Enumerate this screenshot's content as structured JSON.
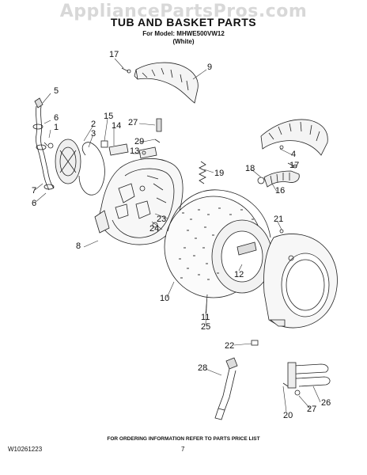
{
  "watermark": "AppliancePartsPros.com",
  "title": "TUB AND BASKET PARTS",
  "model_line": "For Model: MHWE500VW12",
  "color_line": "(White)",
  "footer_note": "FOR ORDERING INFORMATION REFER TO PARTS PRICE LIST",
  "doc_id": "W10261223",
  "page_number": "7",
  "callouts": [
    "17",
    "9",
    "5",
    "6",
    "1",
    "2",
    "3",
    "15",
    "14",
    "27",
    "29",
    "13",
    "4",
    "17",
    "18",
    "16",
    "19",
    "7",
    "6",
    "21",
    "23",
    "24",
    "8",
    "12",
    "10",
    "11",
    "25",
    "22",
    "28",
    "26",
    "27",
    "20"
  ]
}
